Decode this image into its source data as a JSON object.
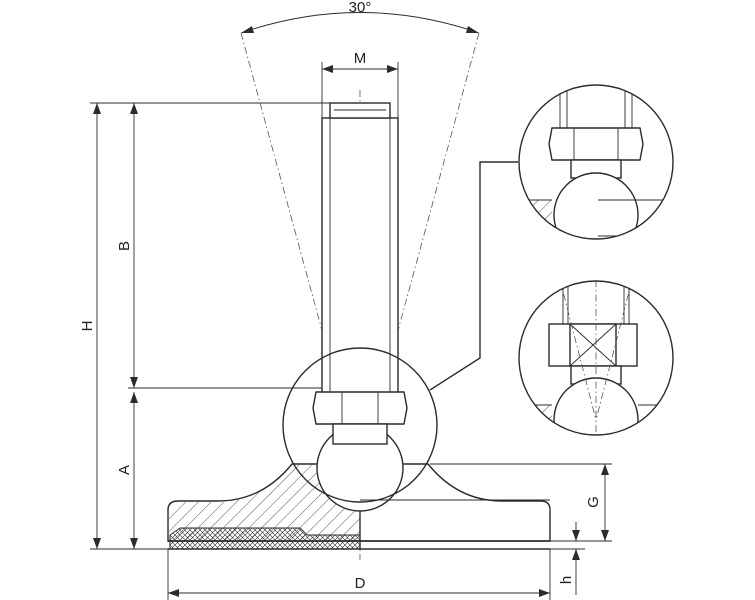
{
  "drawing": {
    "angle_label": "30°",
    "dimensions": {
      "thread": "M",
      "height_total": "H",
      "thread_length": "B",
      "base_height": "A",
      "ball_center_height": "G",
      "pad_thickness": "h",
      "base_diameter": "D"
    },
    "detail_views": [
      "nut-detail",
      "square-nut-detail"
    ]
  },
  "colors": {
    "line": "#2b2b2b",
    "background": "#ffffff"
  }
}
